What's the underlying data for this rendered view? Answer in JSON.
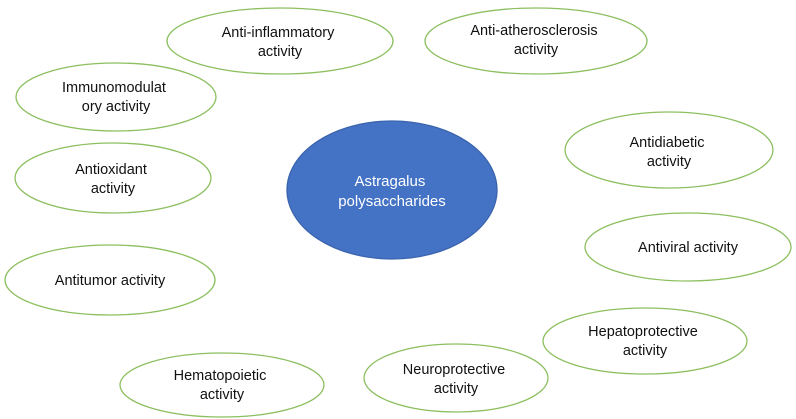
{
  "center": {
    "lines": [
      "Astragalus",
      "polysaccharides"
    ]
  },
  "activities": [
    {
      "id": "anti-inflammatory",
      "lines": [
        "Anti-inflammatory",
        "activity"
      ]
    },
    {
      "id": "anti-atherosclerosis",
      "lines": [
        "Anti-atherosclerosis",
        "activity"
      ]
    },
    {
      "id": "immunomodulatory",
      "lines": [
        "Immunomodulat",
        "ory activity"
      ]
    },
    {
      "id": "antidiabetic",
      "lines": [
        "Antidiabetic",
        "activity"
      ]
    },
    {
      "id": "antioxidant",
      "lines": [
        "Antioxidant",
        "activity"
      ]
    },
    {
      "id": "antiviral",
      "lines": [
        "Antiviral activity"
      ]
    },
    {
      "id": "antitumor",
      "lines": [
        "Antitumor activity"
      ]
    },
    {
      "id": "hepatoprotective",
      "lines": [
        "Hepatoprotective",
        "activity"
      ]
    },
    {
      "id": "neuroprotective",
      "lines": [
        "Neuroprotective",
        "activity"
      ]
    },
    {
      "id": "hematopoietic",
      "lines": [
        "Hematopoietic",
        "activity"
      ]
    }
  ],
  "colors": {
    "center_fill": "#4472c4",
    "node_stroke": "#8cbf5f",
    "node_fill": "#ffffff"
  }
}
